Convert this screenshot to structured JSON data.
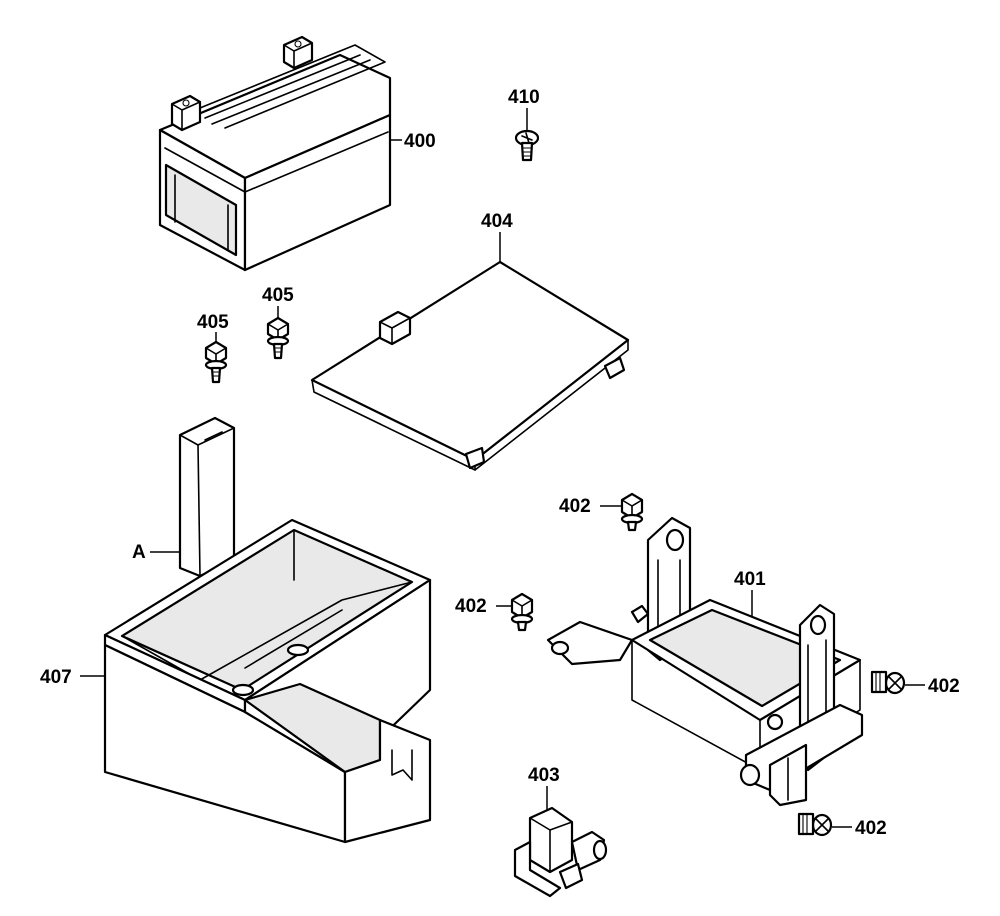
{
  "diagram": {
    "labels": {
      "battery": "400",
      "battery_case": "401",
      "bolt_top": "402",
      "bolt_left": "402",
      "bolt_right": "402",
      "bolt_bottom": "402",
      "connector": "403",
      "battery_cover": "404",
      "screw_left": "405",
      "screw_right": "405",
      "tray": "407",
      "cover_screw": "410",
      "strap": "A"
    }
  }
}
